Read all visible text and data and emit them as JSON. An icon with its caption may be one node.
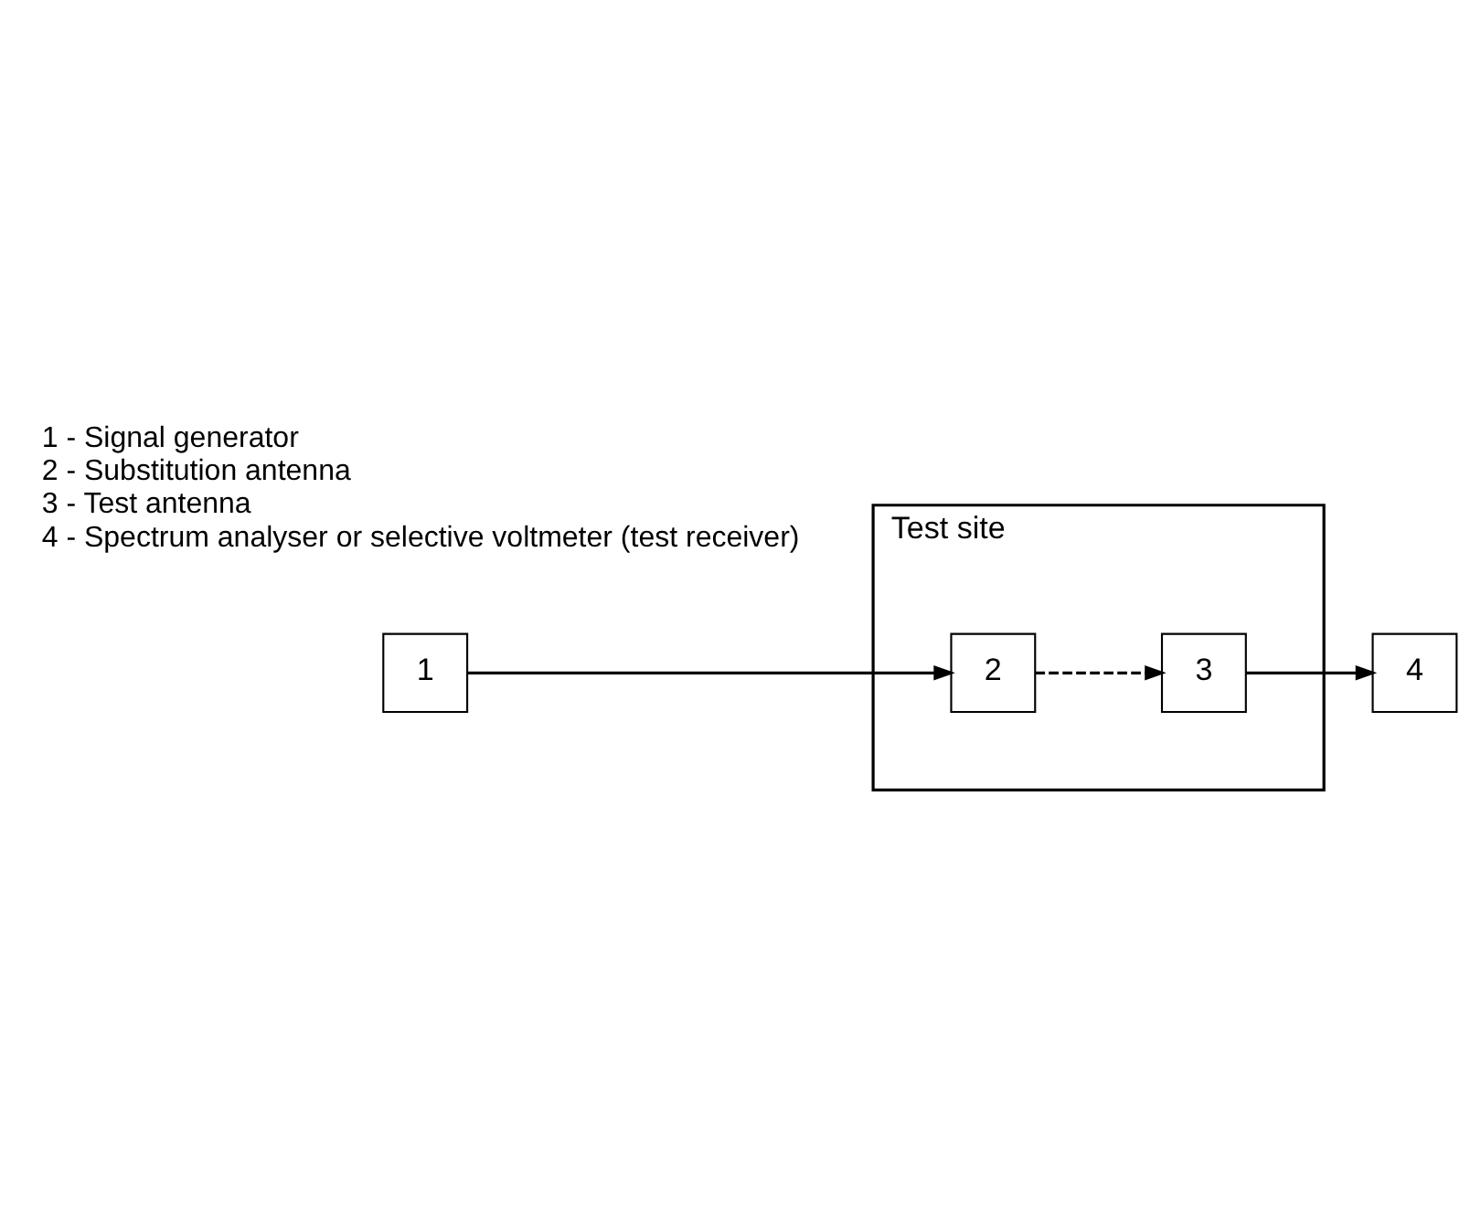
{
  "diagram": {
    "nodes": [
      {
        "text": [
          "Test site"
        ]
      },
      {
        "text": [
          "1"
        ]
      },
      {
        "text": [
          "2"
        ],
        "in": 0
      },
      {
        "text": [
          "3"
        ],
        "in": 0
      },
      {
        "text": [
          "4"
        ]
      }
    ],
    "edges": [
      {
        "from": 1,
        "to": 2,
        "arrow": "to"
      },
      {
        "from": 2,
        "to": 3,
        "arrow": "to",
        "style": "dashed"
      },
      {
        "from": 3,
        "to": 4,
        "arrow": "to"
      }
    ],
    "labels": [
      "1 - Signal generator",
      "2 - Substitution antenna",
      "3 - Test antenna",
      "4 - Spectrum analyser or selective voltmeter (test receiver)"
    ]
  }
}
